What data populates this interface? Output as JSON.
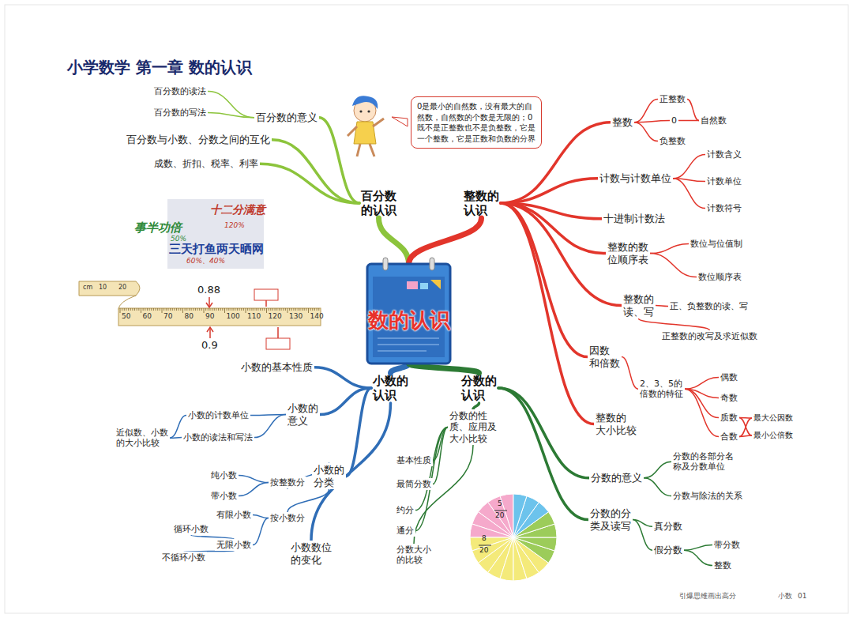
{
  "diagram": {
    "title": "小学数学 第一章 数的认识",
    "nodes": [
      {
        "text": [
          "数的认识"
        ]
      },
      {
        "text": [
          "百分数 的认识"
        ]
      },
      {
        "text": [
          "整数的 认识"
        ]
      },
      {
        "text": [
          "小数的 认识"
        ]
      },
      {
        "text": [
          "分数的 认识"
        ]
      },
      {
        "text": [
          "百分数的意义"
        ]
      },
      {
        "text": [
          "百分数的读法"
        ]
      },
      {
        "text": [
          "百分数的写法"
        ]
      },
      {
        "text": [
          "百分数与小数、分数之间的互化"
        ]
      },
      {
        "text": [
          "成数、折扣、税率、利率"
        ]
      },
      {
        "text": [
          "整数"
        ]
      },
      {
        "text": [
          "正整数"
        ]
      },
      {
        "text": [
          "0"
        ]
      },
      {
        "text": [
          "负整数"
        ]
      },
      {
        "text": [
          "自然数"
        ]
      },
      {
        "text": [
          "计数与计数单位"
        ]
      },
      {
        "text": [
          "计数含义"
        ]
      },
      {
        "text": [
          "计数单位"
        ]
      },
      {
        "text": [
          "计数符号"
        ]
      },
      {
        "text": [
          "十进制计数法"
        ]
      },
      {
        "text": [
          "整数的数 位顺序表"
        ]
      },
      {
        "text": [
          "数位与位值制"
        ]
      },
      {
        "text": [
          "数位顺序表"
        ]
      },
      {
        "text": [
          "整数的 读、写"
        ]
      },
      {
        "text": [
          "正、负整数的读、写"
        ]
      },
      {
        "text": [
          "正整数的改写及求近似数"
        ]
      },
      {
        "text": [
          "因数 和倍数"
        ]
      },
      {
        "text": [
          "2、3、5的 倍数的特征"
        ]
      },
      {
        "text": [
          "偶数"
        ]
      },
      {
        "text": [
          "奇数"
        ]
      },
      {
        "text": [
          "质数"
        ]
      },
      {
        "text": [
          "合数"
        ]
      },
      {
        "text": [
          "最大公因数"
        ]
      },
      {
        "text": [
          "最小公倍数"
        ]
      },
      {
        "text": [
          "整数的 大小比较"
        ]
      },
      {
        "text": [
          "分数的性 质、应用及 大小比较"
        ]
      },
      {
        "text": [
          "基本性质"
        ]
      },
      {
        "text": [
          "最简分数"
        ]
      },
      {
        "text": [
          "约分"
        ]
      },
      {
        "text": [
          "通分"
        ]
      },
      {
        "text": [
          "分数大小 的比较"
        ]
      },
      {
        "text": [
          "分数的意义"
        ]
      },
      {
        "text": [
          "分数的各部分名 称及分数单位"
        ]
      },
      {
        "text": [
          "分数与除法的关系"
        ]
      },
      {
        "text": [
          "分数的分 类及读写"
        ]
      },
      {
        "text": [
          "真分数"
        ]
      },
      {
        "text": [
          "假分数"
        ]
      },
      {
        "text": [
          "带分数"
        ]
      },
      {
        "text": [
          "整数"
        ]
      },
      {
        "text": [
          "小数的基本性质"
        ]
      },
      {
        "text": [
          "小数的 意义"
        ]
      },
      {
        "text": [
          "小数的计数单位"
        ]
      },
      {
        "text": [
          "小数的读法和写法"
        ]
      },
      {
        "text": [
          "近似数、小数 的大小比较"
        ]
      },
      {
        "text": [
          "小数的 分类"
        ]
      },
      {
        "text": [
          "按整数分"
        ]
      },
      {
        "text": [
          "纯小数"
        ]
      },
      {
        "text": [
          "带小数"
        ]
      },
      {
        "text": [
          "按小数分"
        ]
      },
      {
        "text": [
          "有限小数"
        ]
      },
      {
        "text": [
          "无限小数"
        ]
      },
      {
        "text": [
          "循环小数"
        ]
      },
      {
        "text": [
          "不循环小数"
        ]
      },
      {
        "text": [
          "小数数位 的变化"
        ]
      },
      {
        "text": [
          "0是最小的自然数，没有最大的自 然数，自然数的个数是无限的；0 既不是正整数也不是负整数，它是 一个整数，它是正数和负数的分界"
        ]
      }
    ],
    "edges": [
      {
        "from": 0,
        "to": 1,
        "arrow": "none"
      },
      {
        "from": 0,
        "to": 2,
        "arrow": "none"
      },
      {
        "from": 0,
        "to": 3,
        "arrow": "none"
      },
      {
        "from": 0,
        "to": 4,
        "arrow": "none"
      },
      {
        "from": 1,
        "to": 5,
        "arrow": "none"
      },
      {
        "from": 5,
        "to": 6,
        "arrow": "none"
      },
      {
        "from": 5,
        "to": 7,
        "arrow": "none"
      },
      {
        "from": 1,
        "to": 8,
        "arrow": "none"
      },
      {
        "from": 1,
        "to": 9,
        "arrow": "none"
      },
      {
        "from": 2,
        "to": 10,
        "arrow": "none"
      },
      {
        "from": 10,
        "to": 11,
        "arrow": "none"
      },
      {
        "from": 10,
        "to": 12,
        "arrow": "none"
      },
      {
        "from": 10,
        "to": 13,
        "arrow": "none"
      },
      {
        "from": 11,
        "to": 14,
        "arrow": "none"
      },
      {
        "from": 12,
        "to": 14,
        "arrow": "none"
      },
      {
        "from": 2,
        "to": 15,
        "arrow": "none"
      },
      {
        "from": 15,
        "to": 16,
        "arrow": "none"
      },
      {
        "from": 15,
        "to": 17,
        "arrow": "none"
      },
      {
        "from": 15,
        "to": 18,
        "arrow": "none"
      },
      {
        "from": 2,
        "to": 19,
        "arrow": "none"
      },
      {
        "from": 2,
        "to": 20,
        "arrow": "none"
      },
      {
        "from": 20,
        "to": 21,
        "arrow": "none"
      },
      {
        "from": 20,
        "to": 22,
        "arrow": "none"
      },
      {
        "from": 2,
        "to": 23,
        "arrow": "none"
      },
      {
        "from": 23,
        "to": 24,
        "arrow": "none"
      },
      {
        "from": 23,
        "to": 25,
        "arrow": "none"
      },
      {
        "from": 2,
        "to": 26,
        "arrow": "none"
      },
      {
        "from": 26,
        "to": 27,
        "arrow": "none"
      },
      {
        "from": 27,
        "to": 28,
        "arrow": "none"
      },
      {
        "from": 27,
        "to": 29,
        "arrow": "none"
      },
      {
        "from": 27,
        "to": 30,
        "arrow": "none"
      },
      {
        "from": 27,
        "to": 31,
        "arrow": "none"
      },
      {
        "from": 30,
        "to": 32,
        "arrow": "none"
      },
      {
        "from": 30,
        "to": 33,
        "arrow": "none"
      },
      {
        "from": 31,
        "to": 32,
        "arrow": "none"
      },
      {
        "from": 31,
        "to": 33,
        "arrow": "none"
      },
      {
        "from": 2,
        "to": 34,
        "arrow": "none"
      },
      {
        "from": 4,
        "to": 35,
        "arrow": "none"
      },
      {
        "from": 35,
        "to": 36,
        "arrow": "none"
      },
      {
        "from": 35,
        "to": 37,
        "arrow": "none"
      },
      {
        "from": 35,
        "to": 38,
        "arrow": "none"
      },
      {
        "from": 35,
        "to": 39,
        "arrow": "none"
      },
      {
        "from": 35,
        "to": 40,
        "arrow": "none"
      },
      {
        "from": 4,
        "to": 41,
        "arrow": "none"
      },
      {
        "from": 41,
        "to": 42,
        "arrow": "none"
      },
      {
        "from": 41,
        "to": 43,
        "arrow": "none"
      },
      {
        "from": 4,
        "to": 44,
        "arrow": "none"
      },
      {
        "from": 44,
        "to": 45,
        "arrow": "none"
      },
      {
        "from": 44,
        "to": 46,
        "arrow": "none"
      },
      {
        "from": 46,
        "to": 47,
        "arrow": "none"
      },
      {
        "from": 46,
        "to": 48,
        "arrow": "none"
      },
      {
        "from": 3,
        "to": 49,
        "arrow": "none"
      },
      {
        "from": 3,
        "to": 50,
        "arrow": "none"
      },
      {
        "from": 50,
        "to": 51,
        "arrow": "none"
      },
      {
        "from": 50,
        "to": 52,
        "arrow": "none"
      },
      {
        "from": 51,
        "to": 53,
        "arrow": "none"
      },
      {
        "from": 52,
        "to": 53,
        "arrow": "none"
      },
      {
        "from": 3,
        "to": 54,
        "arrow": "none"
      },
      {
        "from": 54,
        "to": 55,
        "arrow": "none"
      },
      {
        "from": 55,
        "to": 56,
        "arrow": "none"
      },
      {
        "from": 55,
        "to": 57,
        "arrow": "none"
      },
      {
        "from": 54,
        "to": 58,
        "arrow": "none"
      },
      {
        "from": 58,
        "to": 59,
        "arrow": "none"
      },
      {
        "from": 58,
        "to": 60,
        "arrow": "none"
      },
      {
        "from": 60,
        "to": 61,
        "arrow": "none"
      },
      {
        "from": 60,
        "to": 62,
        "arrow": "none"
      },
      {
        "from": 3,
        "to": 63,
        "arrow": "none"
      }
    ],
    "labels": [
      "事半功倍",
      "50%",
      "十二分满意",
      "120%",
      "三天打鱼两天晒网",
      "60%、40%",
      "cm",
      "10",
      "20",
      "50",
      "60",
      "70",
      "80",
      "90",
      "100",
      "110",
      "120",
      "130",
      "140",
      "0.88",
      "0.9",
      "5",
      "20",
      "8",
      "20",
      "引爆思维画出高分",
      "小数",
      "01"
    ]
  }
}
